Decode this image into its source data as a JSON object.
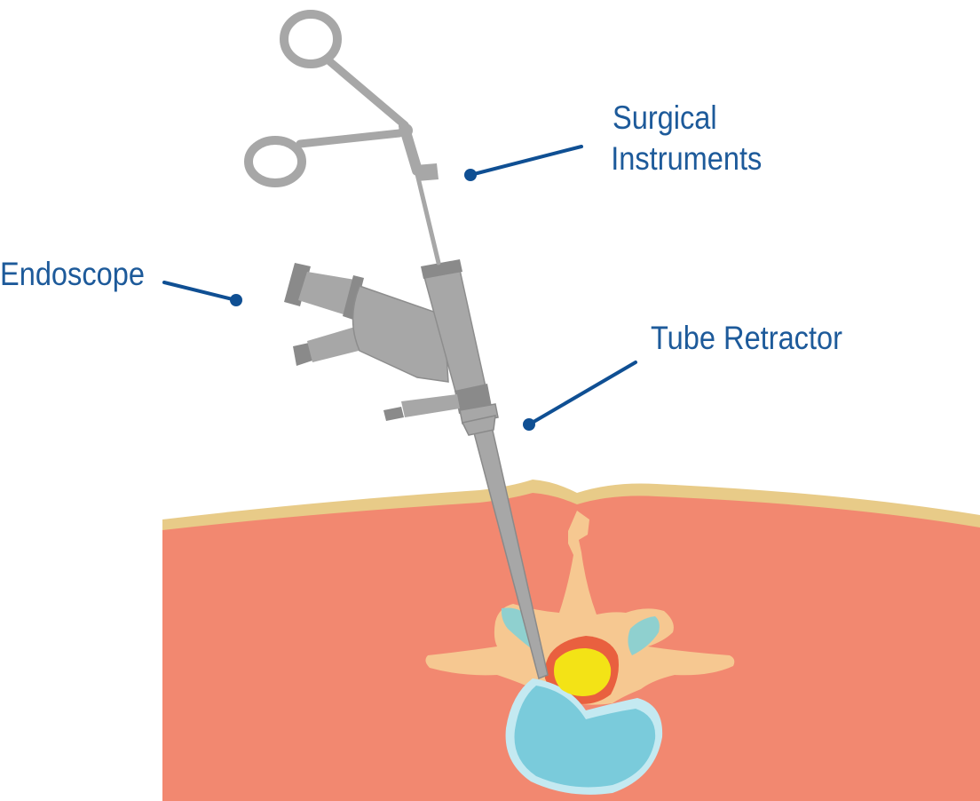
{
  "labels": {
    "surgical_instruments": [
      "Surgical",
      "Instruments"
    ],
    "endoscope": "Endoscope",
    "tube_retractor": "Tube Retractor"
  },
  "colors": {
    "label_text": "#1d5a9a",
    "leader": "#0f4f93",
    "muscle": "#f28870",
    "skin": "#e8cb88",
    "bone": "#f6c891",
    "disc": "#7acbdb",
    "disc_rim": "#c4e9f1",
    "facet": "#8fd0cf",
    "spinal_cord": "#f3e316",
    "dura": "#e9603f",
    "instrument": "#a7a7a7",
    "instrument_dark": "#8a8a8a"
  },
  "icons": {
    "leader_dot": "filled-circle"
  }
}
